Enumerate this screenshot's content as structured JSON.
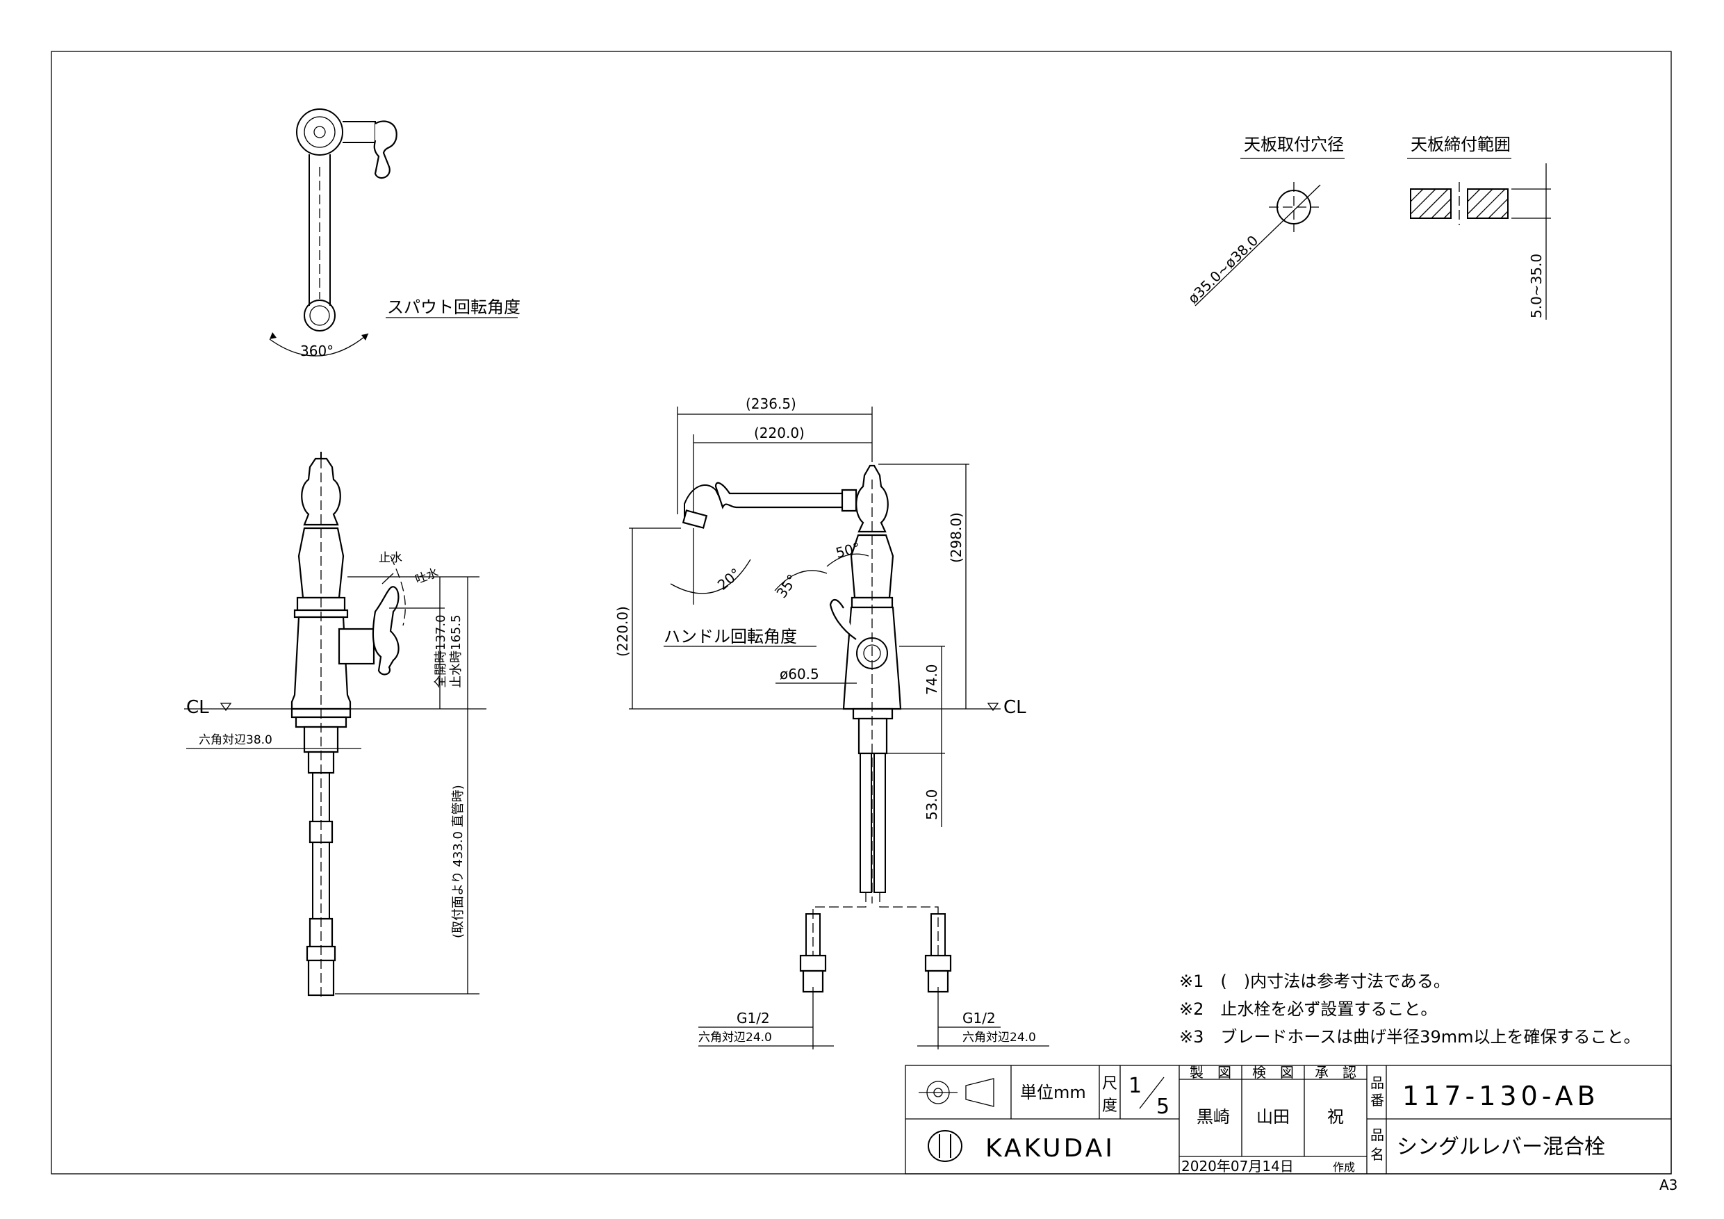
{
  "top_view": {
    "rotation_label": "スパウト回転角度",
    "angle": "360°"
  },
  "hole": {
    "title": "天板取付穴径",
    "diameter": "ø35.0~ø38.0"
  },
  "range": {
    "title": "天板締付範囲",
    "thickness": "5.0~35.0"
  },
  "side_view": {
    "stop_label": "止水",
    "discharge_label": "吐水",
    "open_dim": "全開時137.0",
    "stop_dim": "止水時165.5",
    "hex": "六角対辺38.0",
    "hose_dim": "(取付面より 433.0 直管時)",
    "cl": "CL"
  },
  "front_view": {
    "dim_total": "(236.5)",
    "dim_spout": "(220.0)",
    "dim_height": "(298.0)",
    "dim_spout_h": "(220.0)",
    "angle_20": "20°",
    "angle_35": "35°",
    "angle_50": "50°",
    "handle_label": "ハンドル回転角度",
    "dim_body": "ø60.5",
    "dim_74": "74.0",
    "dim_53": "53.0",
    "cl": "CL",
    "g_left": "G1/2",
    "g_right": "G1/2",
    "hex_left": "六角対辺24.0",
    "hex_right": "六角対辺24.0"
  },
  "notes": [
    "※1　(　)内寸法は参考寸法である。",
    "※2　止水栓を必ず設置すること。",
    "※3　ブレードホースは曲げ半径39mm以上を確保すること。"
  ],
  "title_block": {
    "unit": "単位mm",
    "scale_label": "尺度",
    "scale_num": "1",
    "scale_den": "5",
    "made_h": "製　図",
    "checked_h": "検　図",
    "approved_h": "承　認",
    "made": "黒崎",
    "checked": "山田",
    "approved": "祝",
    "part_no_h": "品番",
    "part_no": "117-130-AB",
    "part_name_h": "品名",
    "part_name": "シングルレバー混合栓",
    "brand": "KAKUDAI",
    "date": "2020年07月14日",
    "created": "作成"
  },
  "sheet": "A3"
}
